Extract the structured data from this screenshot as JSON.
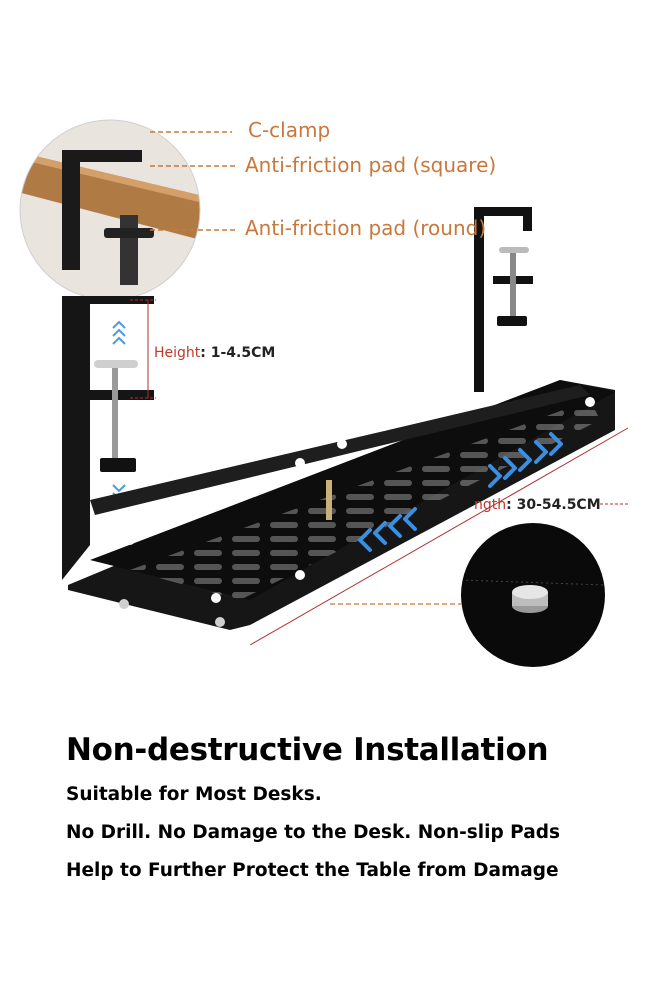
{
  "callouts": {
    "c_clamp": "C-clamp",
    "pad_square": "Anti-friction pad (square)",
    "pad_round": "Anti-friction pad (round)",
    "height_prefix": "Height",
    "height_value": ": 1-4.5CM",
    "length_prefix": "ngth",
    "length_value": ": 30-54.5CM"
  },
  "headline": "Non-destructive Installation",
  "lines": [
    "Suitable for Most Desks.",
    "No Drill. No Damage to the Desk. Non-slip Pads",
    "Help to Further Protect the Table from Damage"
  ],
  "colors": {
    "callout_text": "#c9783c",
    "arrow_blue": "#3a8fe0",
    "tray_black": "#111111",
    "dim_line_red": "#b03030"
  }
}
